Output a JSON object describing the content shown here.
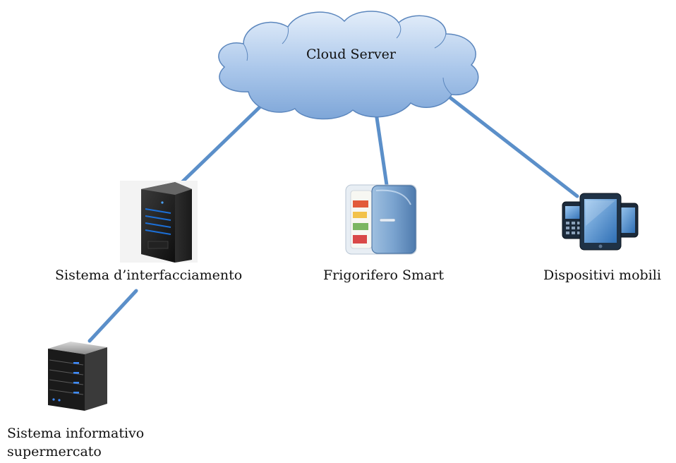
{
  "colors": {
    "connector": "#5b8fc9",
    "cloud_fill_top": "#d8e6f7",
    "cloud_fill_bottom": "#7fa9dc",
    "cloud_stroke": "#5b86bd"
  },
  "nodes": {
    "cloud": {
      "label": "Cloud Server",
      "icon": "cloud-icon"
    },
    "interface": {
      "label": "Sistema d’interfacciamento",
      "icon": "server-tower-icon"
    },
    "fridge": {
      "label": "Frigorifero Smart",
      "icon": "fridge-icon"
    },
    "mobile": {
      "label": "Dispositivi mobili",
      "icon": "mobile-devices-icon"
    },
    "supermarket": {
      "label_line1": "Sistema informativo",
      "label_line2": "supermercato",
      "icon": "server-rack-icon"
    }
  },
  "connections": [
    {
      "from": "Cloud Server",
      "to": "Sistema d’interfacciamento"
    },
    {
      "from": "Cloud Server",
      "to": "Frigorifero Smart"
    },
    {
      "from": "Cloud Server",
      "to": "Dispositivi mobili"
    },
    {
      "from": "Sistema d’interfacciamento",
      "to": "Sistema informativo supermercato"
    }
  ]
}
